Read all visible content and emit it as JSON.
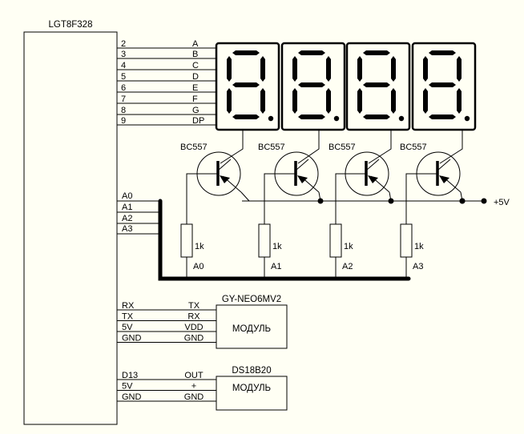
{
  "mcu": {
    "name": "LGT8F328",
    "segment_pins": [
      {
        "pin": "2",
        "signal": "A"
      },
      {
        "pin": "3",
        "signal": "B"
      },
      {
        "pin": "4",
        "signal": "C"
      },
      {
        "pin": "5",
        "signal": "D"
      },
      {
        "pin": "6",
        "signal": "E"
      },
      {
        "pin": "7",
        "signal": "F"
      },
      {
        "pin": "8",
        "signal": "G"
      },
      {
        "pin": "9",
        "signal": "DP"
      }
    ],
    "digit_pins": [
      "A0",
      "A1",
      "A2",
      "A3"
    ]
  },
  "display": {
    "digit_count": 4
  },
  "transistors": [
    {
      "model": "BC557",
      "resistor": "1k",
      "control": "A0"
    },
    {
      "model": "BC557",
      "resistor": "1k",
      "control": "A1"
    },
    {
      "model": "BC557",
      "resistor": "1k",
      "control": "A2"
    },
    {
      "model": "BC557",
      "resistor": "1k",
      "control": "A3"
    }
  ],
  "supply_label": "+5V",
  "modules": [
    {
      "name": "GY-NEO6MV2",
      "body_label": "МОДУЛЬ",
      "connections": [
        {
          "mcu": "RX",
          "module": "TX"
        },
        {
          "mcu": "TX",
          "module": "RX"
        },
        {
          "mcu": "5V",
          "module": "VDD"
        },
        {
          "mcu": "GND",
          "module": "GND"
        }
      ]
    },
    {
      "name": "DS18B20",
      "body_label": "МОДУЛЬ",
      "connections": [
        {
          "mcu": "D13",
          "module": "OUT"
        },
        {
          "mcu": "5V",
          "module": "+"
        },
        {
          "mcu": "GND",
          "module": "GND"
        }
      ]
    }
  ]
}
